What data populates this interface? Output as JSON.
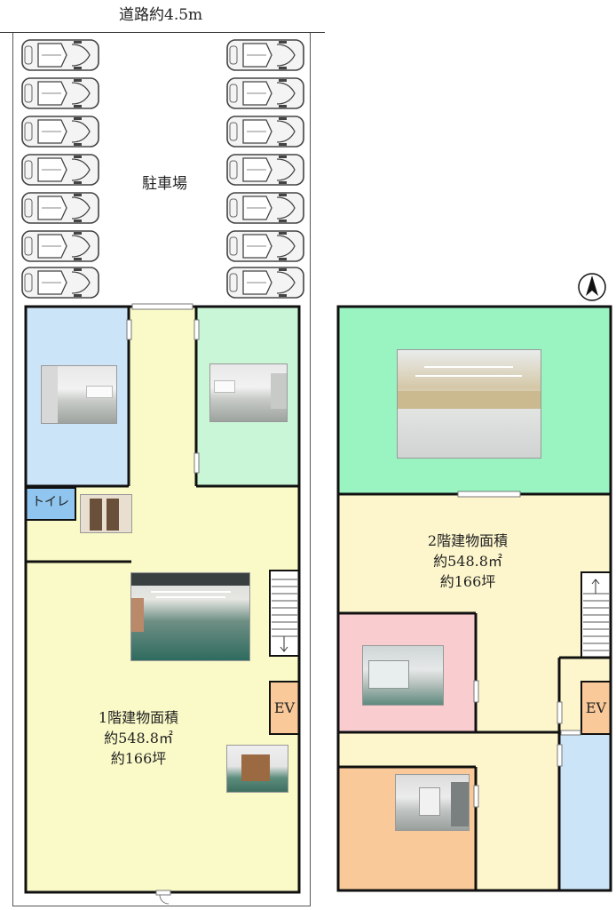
{
  "road_label": "道路約4.5m",
  "parking_label": "駐車場",
  "floor1": {
    "toilet_label": "トイレ",
    "elevator_label": "EV",
    "area_title": "1階建物面積",
    "area_sqm": "約548.8㎡",
    "area_tsubo": "約166坪"
  },
  "floor2": {
    "elevator_label": "EV",
    "area_title": "2階建物面積",
    "area_sqm": "約548.8㎡",
    "area_tsubo": "約166坪"
  },
  "compass_icon": "north-arrow-icon",
  "car_icon": "car-topview-icon",
  "colors": {
    "room_blue": "#cce4f8",
    "room_green_light": "#c9f6d6",
    "corridor_yellow": "#fafac8",
    "floor2_green": "#99f4c2",
    "floor2_yellow": "#fdf6cc",
    "room_pink": "#f9cdd0",
    "room_orange": "#f9c99a",
    "toilet_blue": "#8fc5ee",
    "wall": "#111111"
  }
}
